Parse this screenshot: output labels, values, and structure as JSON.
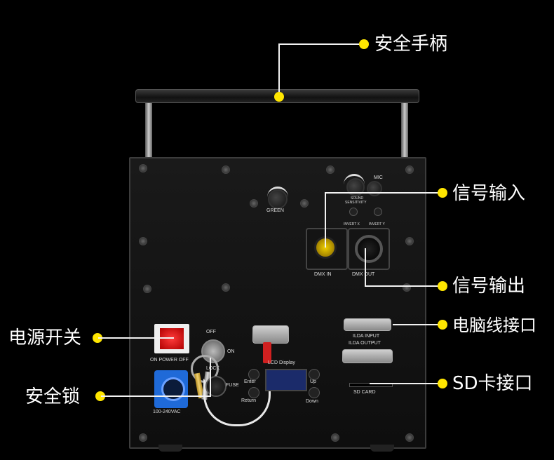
{
  "callouts": {
    "handle": "安全手柄",
    "signal_in": "信号输入",
    "signal_out": "信号输出",
    "pc_port": "电脑线接口",
    "power_switch": "电源开关",
    "sd_port": "SD卡接口",
    "safety_lock": "安全锁"
  },
  "panel_labels": {
    "green": "GREEN",
    "mic": "MIC",
    "sound_sensitivity_1": "SOUND",
    "sound_sensitivity_2": "SENSITIVITY",
    "invert_x": "INVERT X",
    "invert_y": "INVERT Y",
    "dmx_in": "DMX IN",
    "dmx_out": "DMX OUT",
    "ilda_input": "ILDA INPUT",
    "ilda_output": "ILDA OUTPUT",
    "off": "OFF",
    "on": "ON",
    "on_power_off": "ON POWER OFF",
    "lock": "LOCK",
    "fuse": "FUSE",
    "lcd_display": "LCD Display",
    "enter": "Enter",
    "return": "Return",
    "up": "Up",
    "down": "Down",
    "sd_card": "SD CARD",
    "voltage": "100-240VAC"
  },
  "colors": {
    "callout_dot": "#ffe600",
    "callout_line": "#f2f2f2",
    "background": "#000000"
  }
}
